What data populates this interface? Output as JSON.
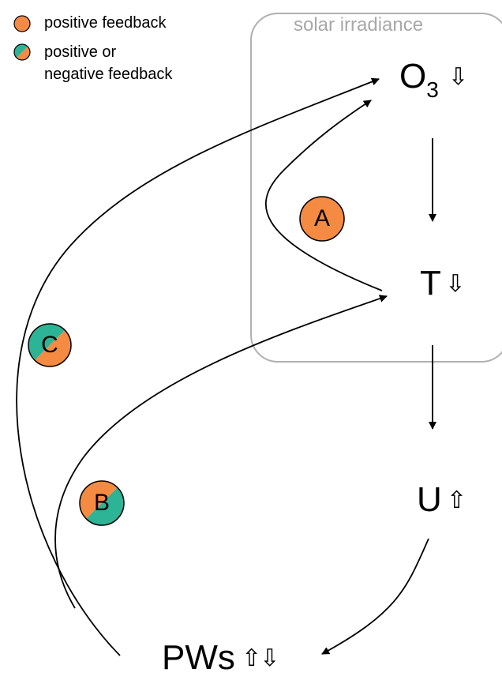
{
  "legend": {
    "positive_label": "positive feedback",
    "positive_or_negative_line1": "positive or",
    "positive_or_negative_line2": "negative feedback"
  },
  "box": {
    "title": "solar irradiance"
  },
  "nodes": {
    "ozone": {
      "label": "O",
      "subscript": "3",
      "arrow": "⇩"
    },
    "temperature": {
      "label": "T",
      "arrow": "⇩"
    },
    "wind": {
      "label": "U",
      "arrow": "⇧"
    },
    "planetary_waves": {
      "label": "PWs",
      "arrow_up": "⇧",
      "arrow_down": "⇩"
    }
  },
  "feedbacks": {
    "A": {
      "letter": "A",
      "kind": "positive"
    },
    "B": {
      "letter": "B",
      "kind": "positive-or-negative"
    },
    "C": {
      "letter": "C",
      "kind": "positive-or-negative"
    }
  },
  "colors": {
    "orange": "#F58A42",
    "teal": "#2DB395",
    "box_border": "#b0b0b0",
    "box_title": "#a8a8a8",
    "line": "#000000"
  }
}
